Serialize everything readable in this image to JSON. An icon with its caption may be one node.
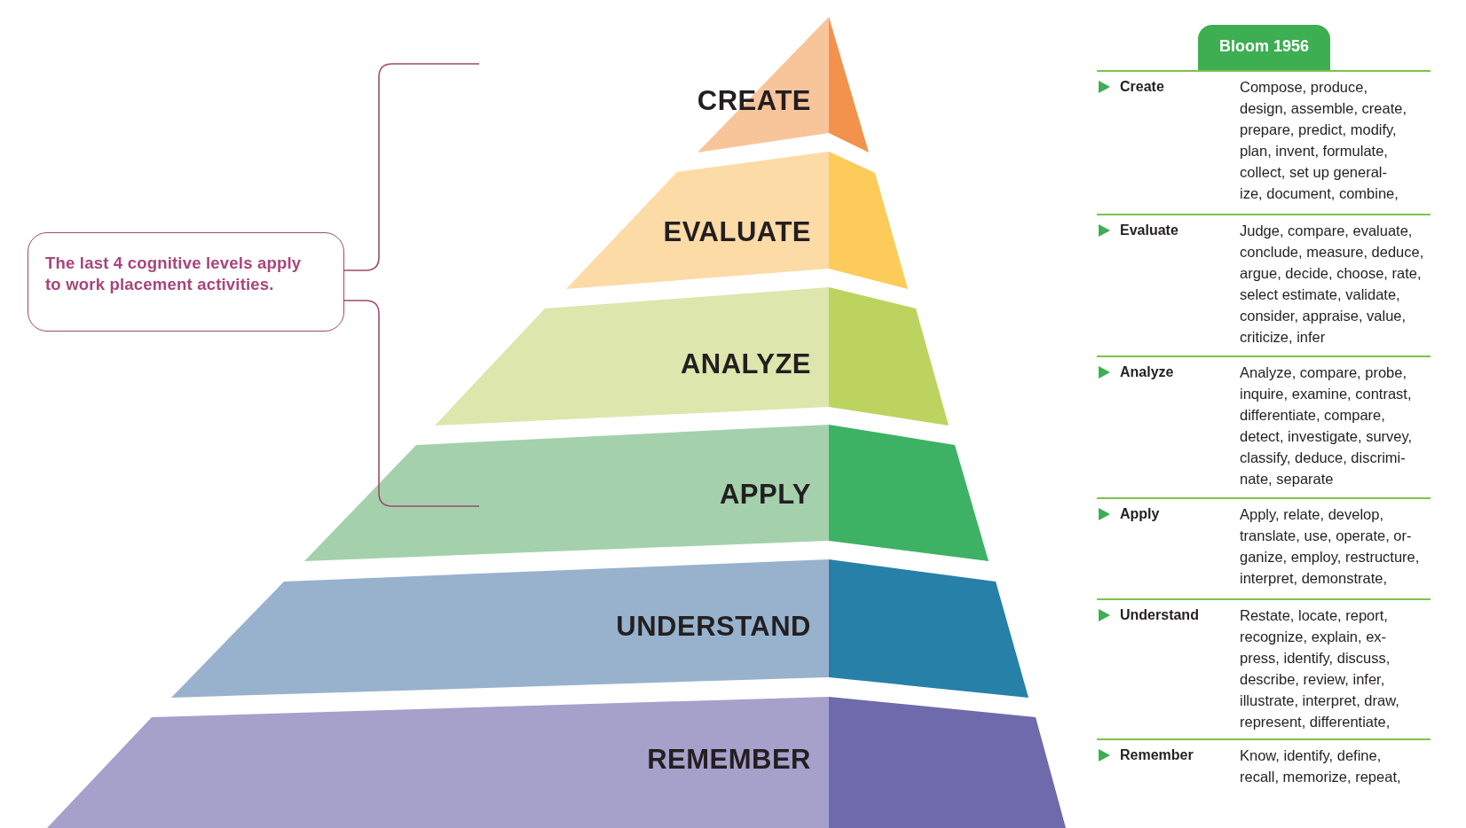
{
  "diagram": {
    "nodes": [
      {
        "text": [
          "CREATE"
        ]
      },
      {
        "text": [
          "EVALUATE"
        ]
      },
      {
        "text": [
          "ANALYZE"
        ]
      },
      {
        "text": [
          "APPLY"
        ]
      },
      {
        "text": [
          "UNDERSTAND"
        ]
      },
      {
        "text": [
          "REMEMBER"
        ]
      },
      {
        "text": [
          "The last 4 cognitive levels apply to work placement activities."
        ]
      },
      {
        "text": [
          "Bloom 1956"
        ]
      }
    ],
    "labels": [
      "Create",
      "Compose, produce, design, assemble, create, prepare, predict, modify, plan, invent, formulate, collect, set up general- ize, document, combine,",
      "Evaluate",
      "Judge, compare, evaluate, conclude, measure, deduce, argue, decide, choose, rate, select estimate, validate, consider, appraise, value, criticize, infer",
      "Analyze",
      "Analyze, compare, probe, inquire, examine, contrast, differentiate, compare, detect, investigate, survey, classify, deduce, discrimi- nate, separate",
      "Apply",
      "Apply, relate, develop, translate, use, operate, or- ganize, employ, restructure, interpret, demonstrate,",
      "Understand",
      "Restate, locate, report, recognize, explain, ex- press, identify, discuss, describe, review, infer, illustrate, interpret, draw, represent, differentiate,",
      "Remember",
      "Know, identify, define, recall, memorize, repeat,"
    ]
  }
}
